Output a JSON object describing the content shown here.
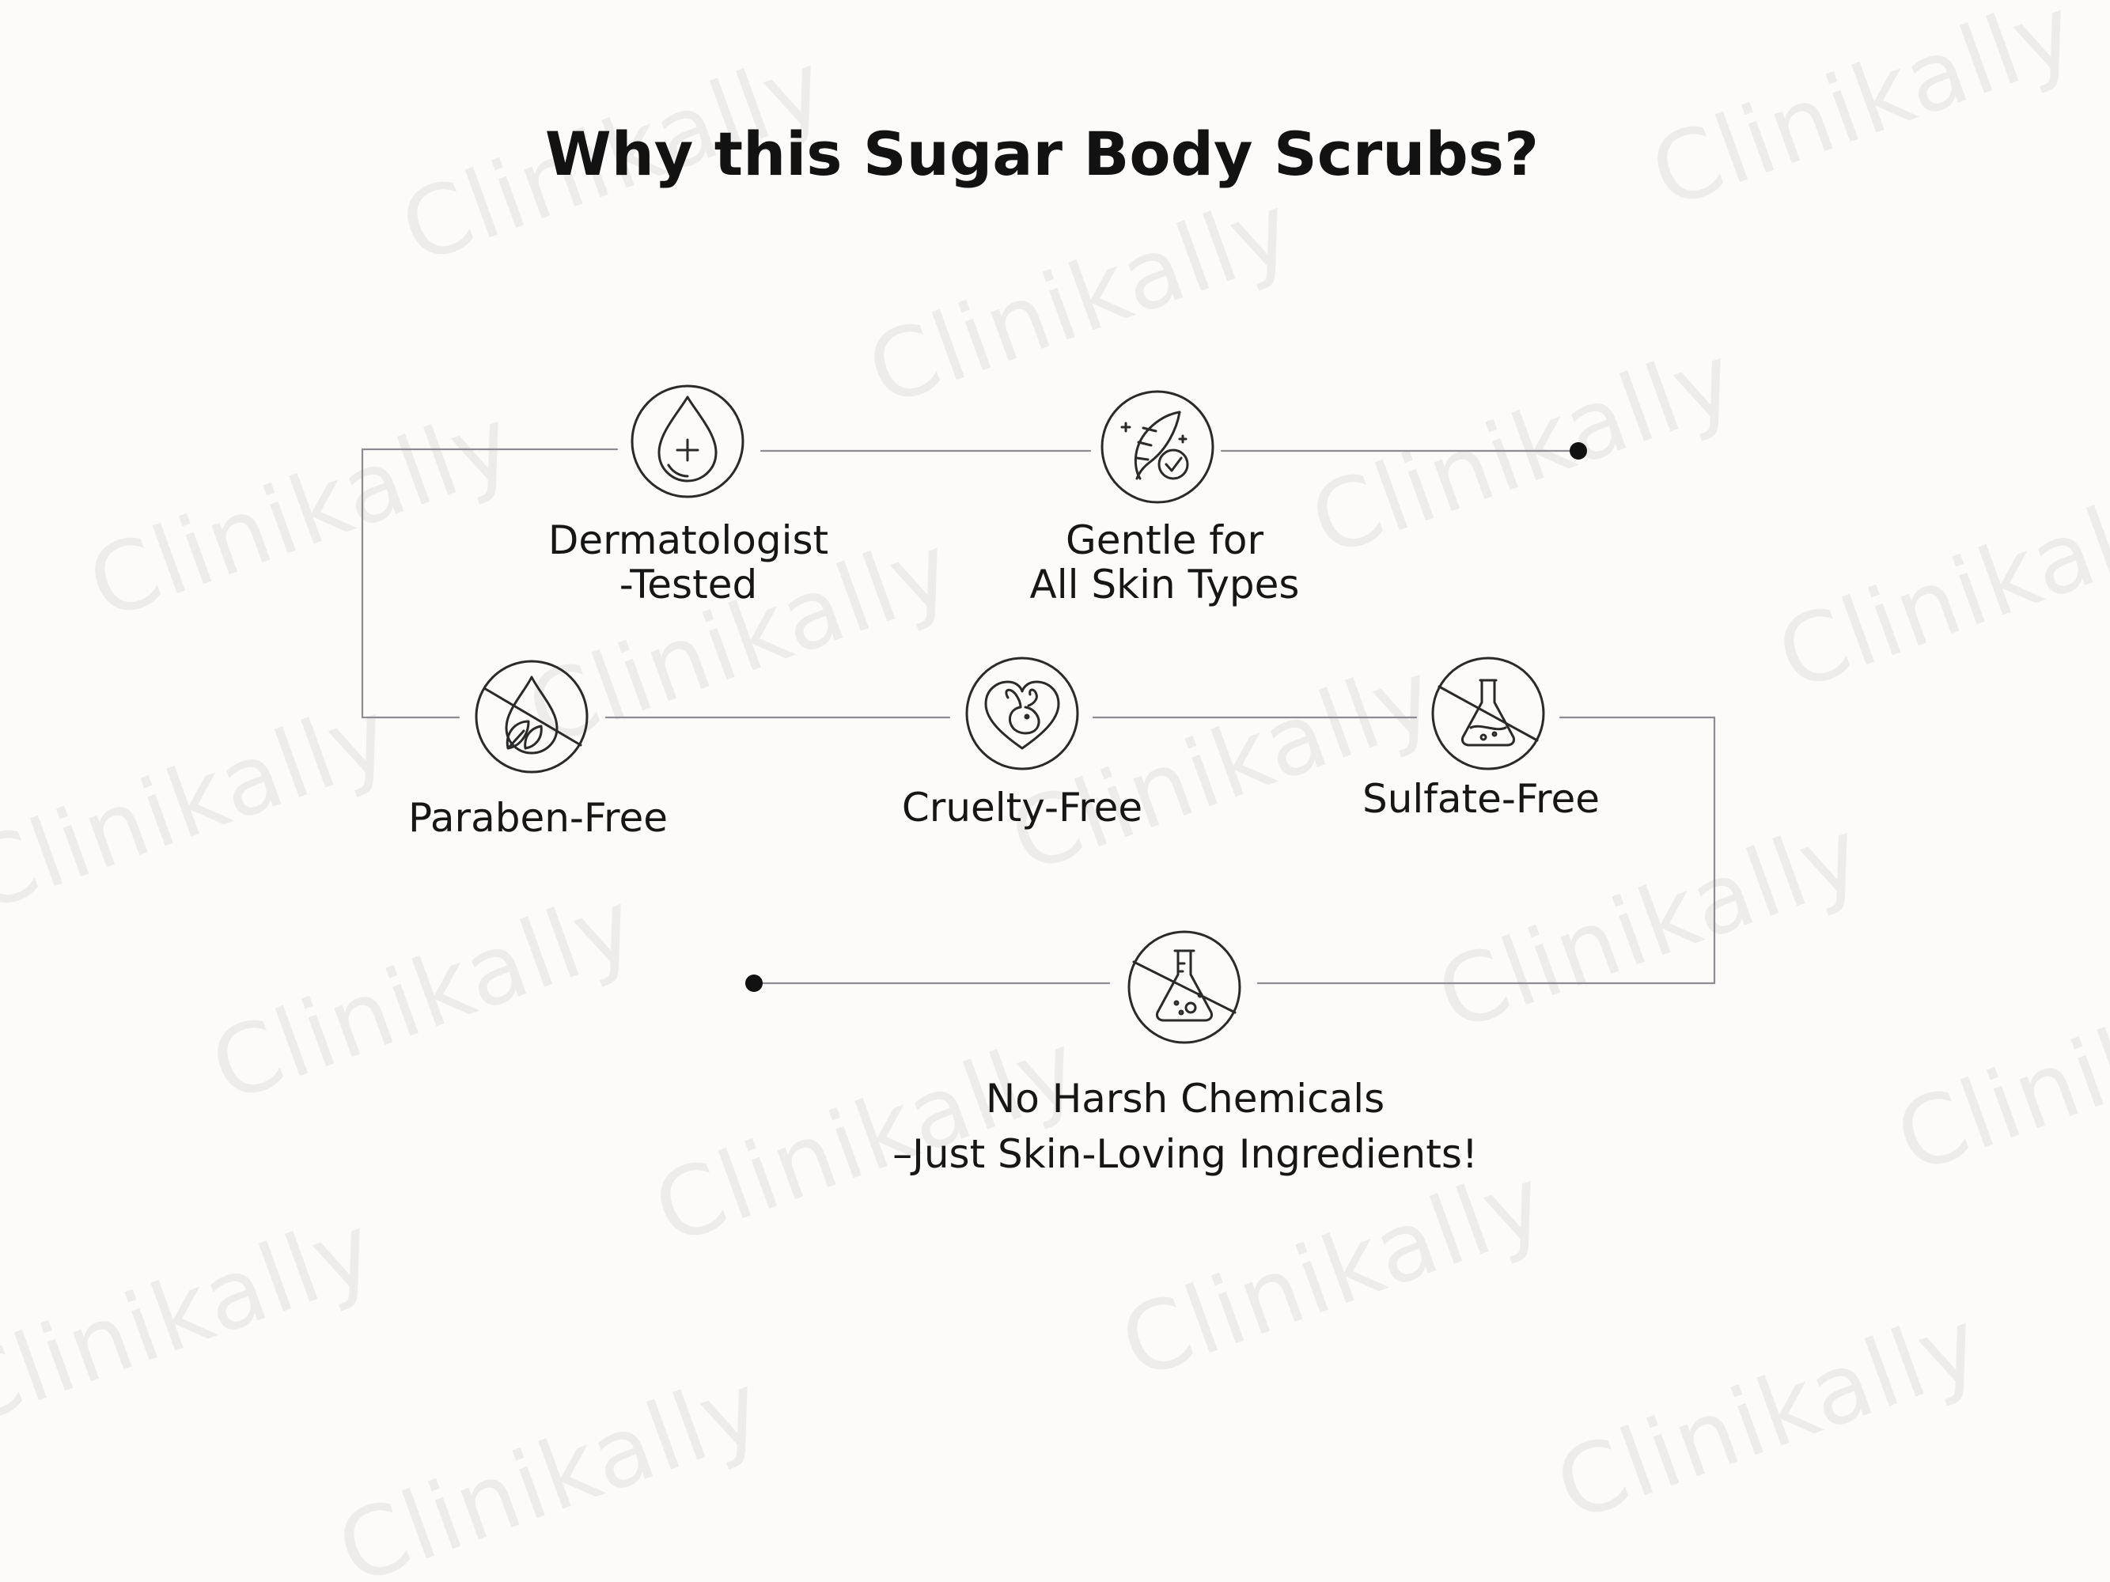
{
  "title": "Why this Sugar Body Scrubs?",
  "watermark_text": "Clinikally",
  "colors": {
    "background": "#fcfbf9",
    "line": "#8c8c92",
    "icon": "#2a2a2a",
    "watermark": "#e9e8e5"
  },
  "features": [
    {
      "icon": "drop-plus-icon",
      "label_lines": [
        "Dermatologist",
        "-Tested"
      ]
    },
    {
      "icon": "feather-check-icon",
      "label_lines": [
        "Gentle for",
        "All Skin Types"
      ]
    },
    {
      "icon": "drop-leaf-crossed-icon",
      "label_lines": [
        "Paraben-Free"
      ]
    },
    {
      "icon": "heart-rabbit-icon",
      "label_lines": [
        "Cruelty-Free"
      ]
    },
    {
      "icon": "flask-crossed-icon",
      "label_lines": [
        "Sulfate-Free"
      ]
    },
    {
      "icon": "flask-bubbles-crossed-icon",
      "label_lines": [
        "No Harsh Chemicals",
        "–Just Skin-Loving Ingredients!"
      ]
    }
  ]
}
